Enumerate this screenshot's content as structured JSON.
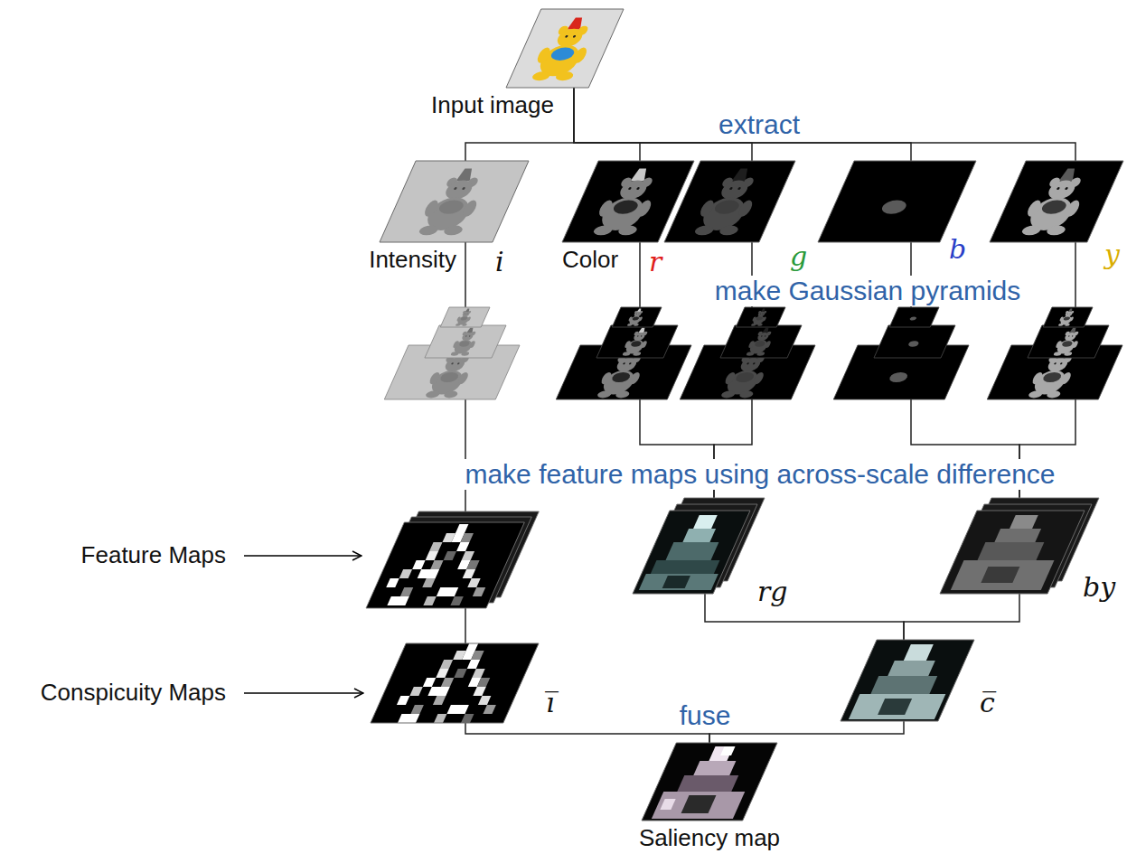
{
  "diagram": {
    "nodes": [
      {
        "text": [
          "Input image"
        ]
      },
      {
        "text": [
          "Intensity",
          "i"
        ]
      },
      {
        "text": [
          "Color",
          "r"
        ]
      },
      {
        "text": [
          "g"
        ]
      },
      {
        "text": [
          "b"
        ]
      },
      {
        "text": [
          "y"
        ]
      },
      {
        "text": [
          "rg"
        ]
      },
      {
        "text": [
          "by"
        ]
      },
      {
        "text": [
          "i̅"
        ]
      },
      {
        "text": [
          "c̅"
        ]
      },
      {
        "text": [
          "Saliency map"
        ]
      }
    ],
    "edges": [
      {
        "from": 0,
        "to": 1,
        "arrow": "none"
      },
      {
        "from": 0,
        "to": 2,
        "arrow": "none"
      },
      {
        "from": 0,
        "to": 3,
        "arrow": "none"
      },
      {
        "from": 0,
        "to": 4,
        "arrow": "none"
      },
      {
        "from": 0,
        "to": 5,
        "arrow": "none"
      },
      {
        "from": 1,
        "to": 8,
        "arrow": "none"
      },
      {
        "from": 2,
        "to": 6,
        "arrow": "none"
      },
      {
        "from": 3,
        "to": 6,
        "arrow": "none"
      },
      {
        "from": 4,
        "to": 7,
        "arrow": "none"
      },
      {
        "from": 5,
        "to": 7,
        "arrow": "none"
      },
      {
        "from": 6,
        "to": 9,
        "arrow": "none"
      },
      {
        "from": 7,
        "to": 9,
        "arrow": "none"
      },
      {
        "from": 8,
        "to": 10,
        "arrow": "none"
      },
      {
        "from": 9,
        "to": 10,
        "arrow": "none"
      }
    ],
    "labels": [
      "extract",
      "make Gaussian pyramids",
      "make feature maps using across-scale difference",
      "fuse",
      "Feature Maps",
      "Conspicuity Maps"
    ]
  }
}
